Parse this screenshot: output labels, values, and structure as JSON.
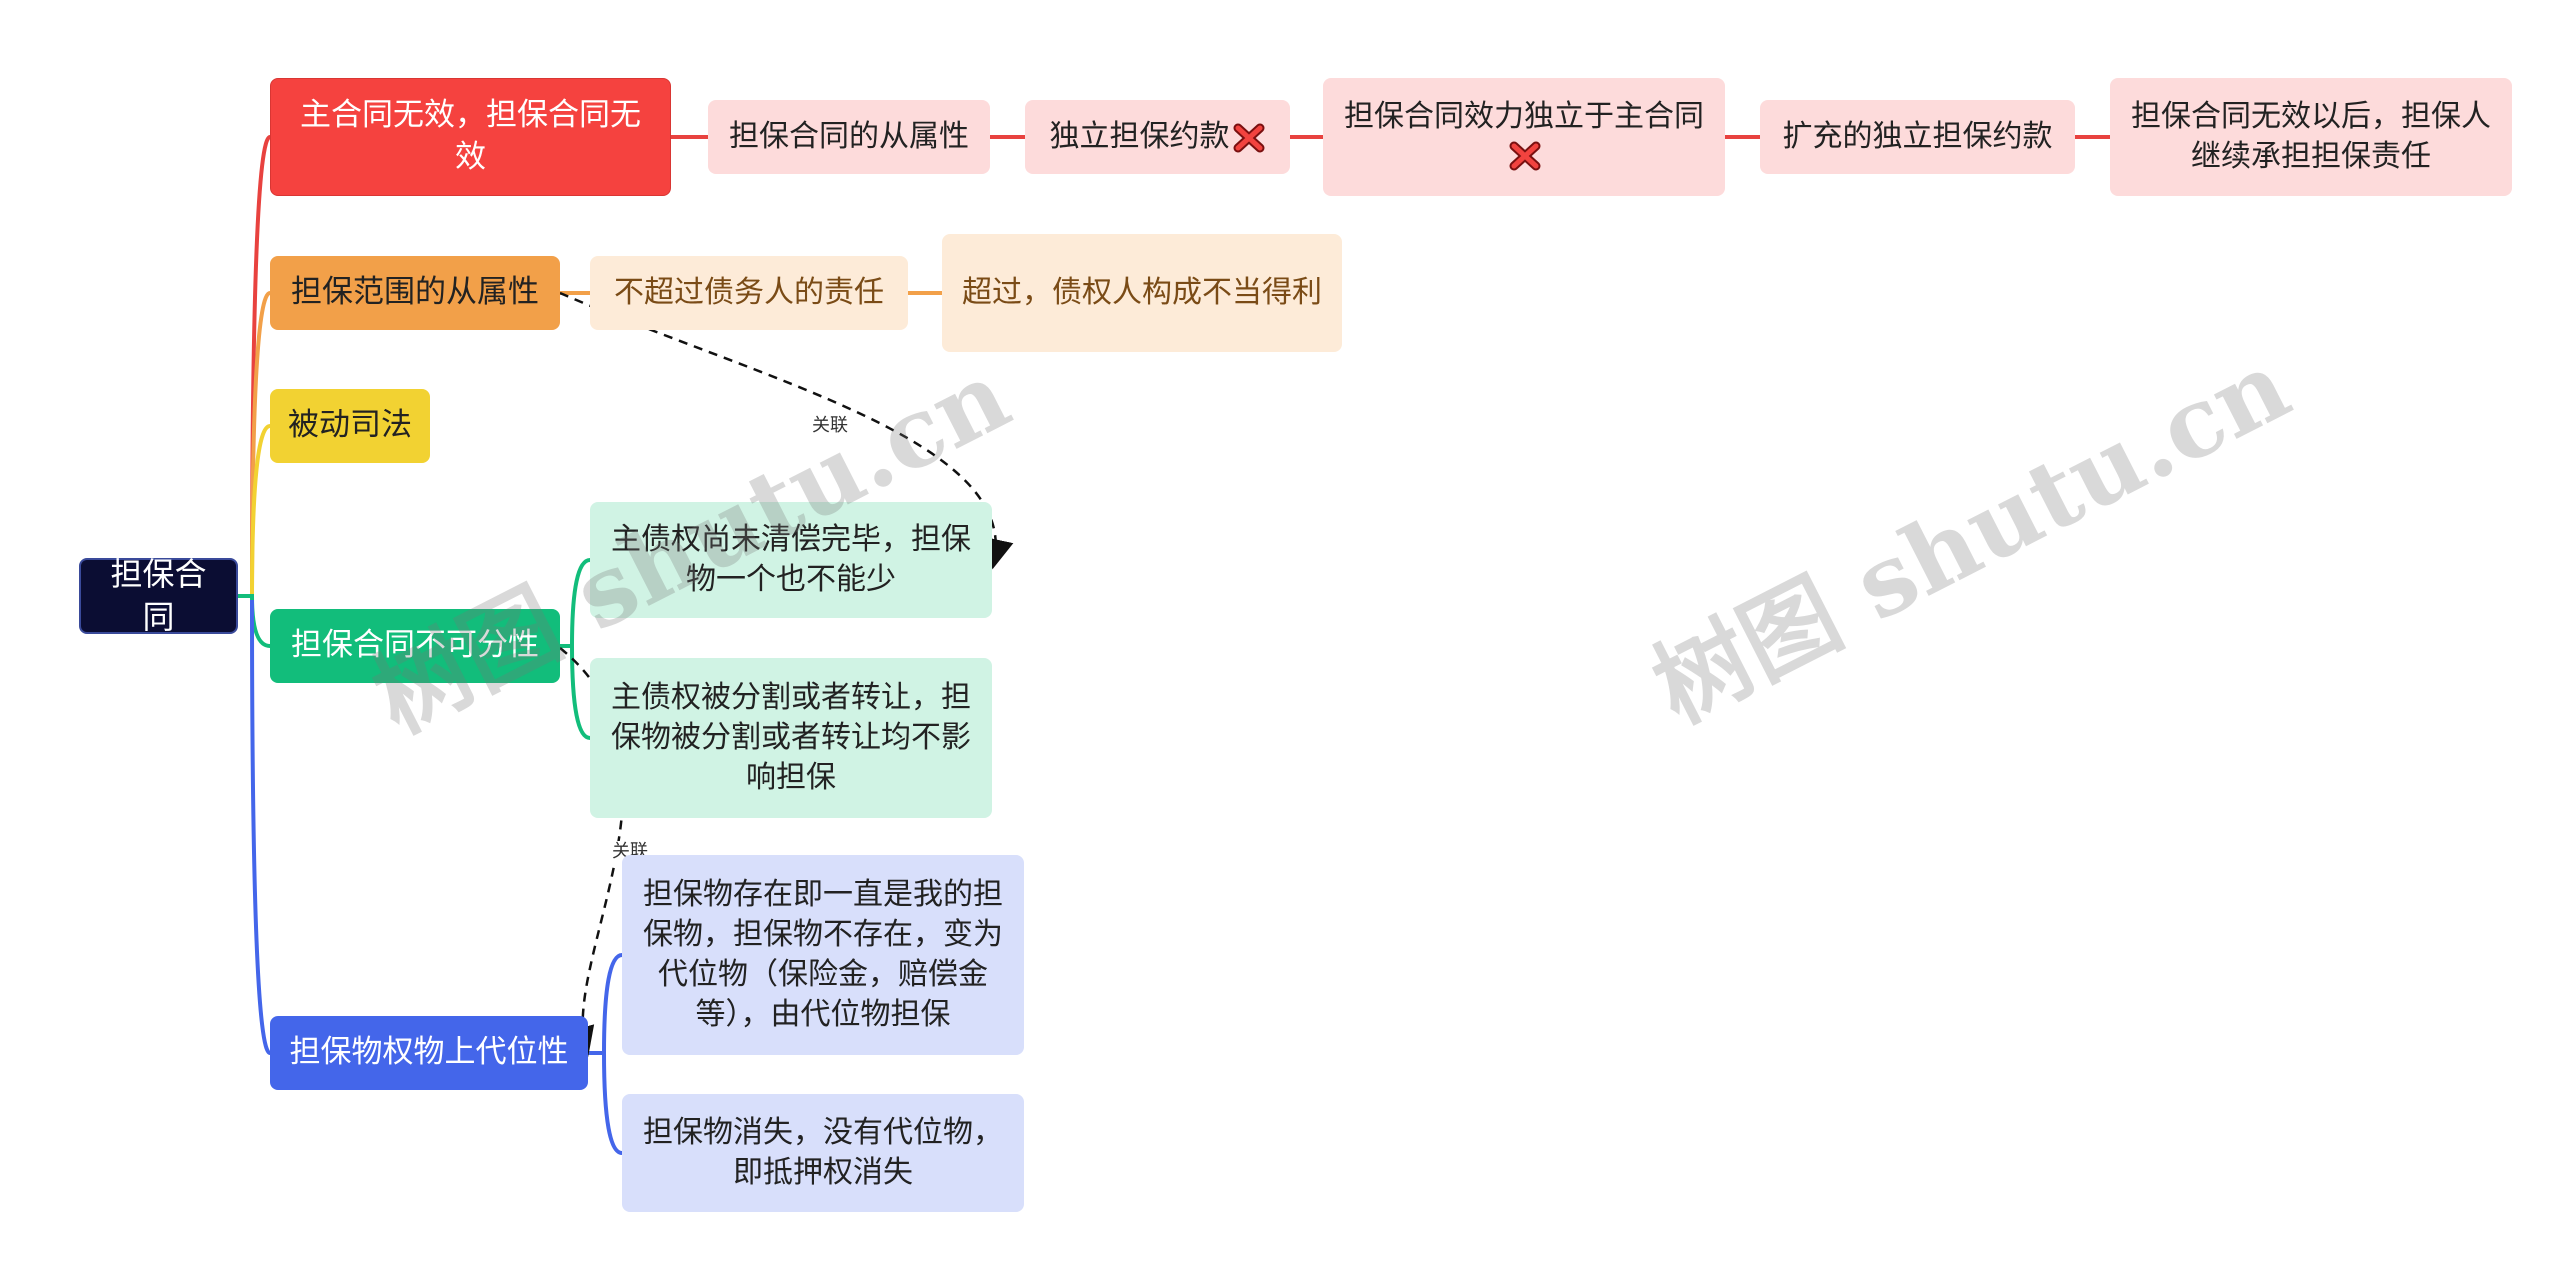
{
  "colors": {
    "root_bg": "#0b0d33",
    "red": "#f5423f",
    "orange": "#f2a049",
    "yellow": "#f2d232",
    "green": "#12bd7b",
    "blue": "#4466ea",
    "red_light": "#fddbdb",
    "orange_light": "#fdebd8",
    "green_light": "#d0f3e4",
    "blue_light": "#d8dffb"
  },
  "root": {
    "label": "担保合同"
  },
  "branches": [
    {
      "label": "主合同无效，担保合同无效",
      "color": "red",
      "chain": [
        {
          "label": "担保合同的从属性"
        },
        {
          "label": "独立担保约款",
          "icon": "red-x-icon"
        },
        {
          "label": "担保合同效力独立于主合同",
          "icon": "red-x-icon"
        },
        {
          "label": "扩充的独立担保约款"
        },
        {
          "label": "担保合同无效以后，担保人继续承担担保责任"
        }
      ]
    },
    {
      "label": "担保范围的从属性",
      "color": "orange",
      "chain": [
        {
          "label": "不超过债务人的责任"
        },
        {
          "label": "超过，债权人构成不当得利"
        }
      ]
    },
    {
      "label": "被动司法",
      "color": "yellow",
      "chain": []
    },
    {
      "label": "担保合同不可分性",
      "color": "green",
      "children": [
        {
          "label": "主债权尚未清偿完毕，担保物一个也不能少"
        },
        {
          "label": "主债权被分割或者转让，担保物被分割或者转让均不影响担保"
        }
      ]
    },
    {
      "label": "担保物权物上代位性",
      "color": "blue",
      "children": [
        {
          "label": "担保物存在即一直是我的担保物，担保物不存在，变为代位物（保险金，赔偿金等），由代位物担保"
        },
        {
          "label": "担保物消失，没有代位物，即抵押权消失"
        }
      ]
    }
  ],
  "relations": [
    {
      "from": "担保范围的从属性",
      "to": "主债权尚未清偿完毕，担保物一个也不能少",
      "label": "关联"
    },
    {
      "from": "担保合同不可分性",
      "to": "担保物权物上代位性",
      "label": "关联"
    }
  ],
  "watermarks": [
    "树图 shutu.cn",
    "树图 shutu.cn"
  ]
}
